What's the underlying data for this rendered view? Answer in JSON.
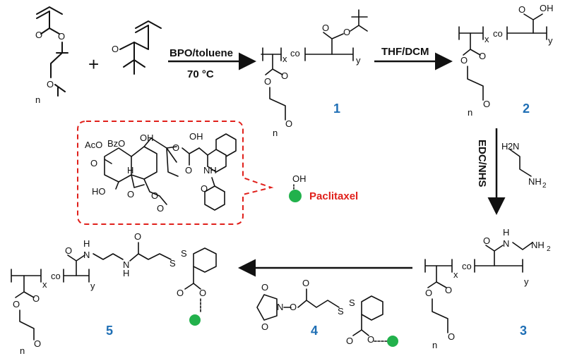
{
  "reagents": {
    "step1": "BPO/toluene",
    "step1_temp": "70 °C",
    "step2": "THF/DCM",
    "step3": "EDC/NHS"
  },
  "compounds": {
    "c1": "1",
    "c2": "2",
    "c3": "3",
    "c4": "4",
    "c5": "5"
  },
  "drug": {
    "name": "Paclitaxel",
    "oh_label": "OH",
    "acetyl": "AcO",
    "benzoyl": "BzO",
    "h_label": "H",
    "nh_label": "NH",
    "oh_label2": "HO"
  },
  "subscripts": {
    "x": "x",
    "y": "y",
    "n": "n",
    "co": "co"
  },
  "atoms": {
    "O": "O",
    "N": "N",
    "S": "S",
    "H": "H",
    "OH": "OH",
    "NH2": "NH",
    "two": "2"
  },
  "colors": {
    "label_blue": "#1f6fb5",
    "drug_red": "#e0201b",
    "drug_dot": "#22b14c"
  }
}
